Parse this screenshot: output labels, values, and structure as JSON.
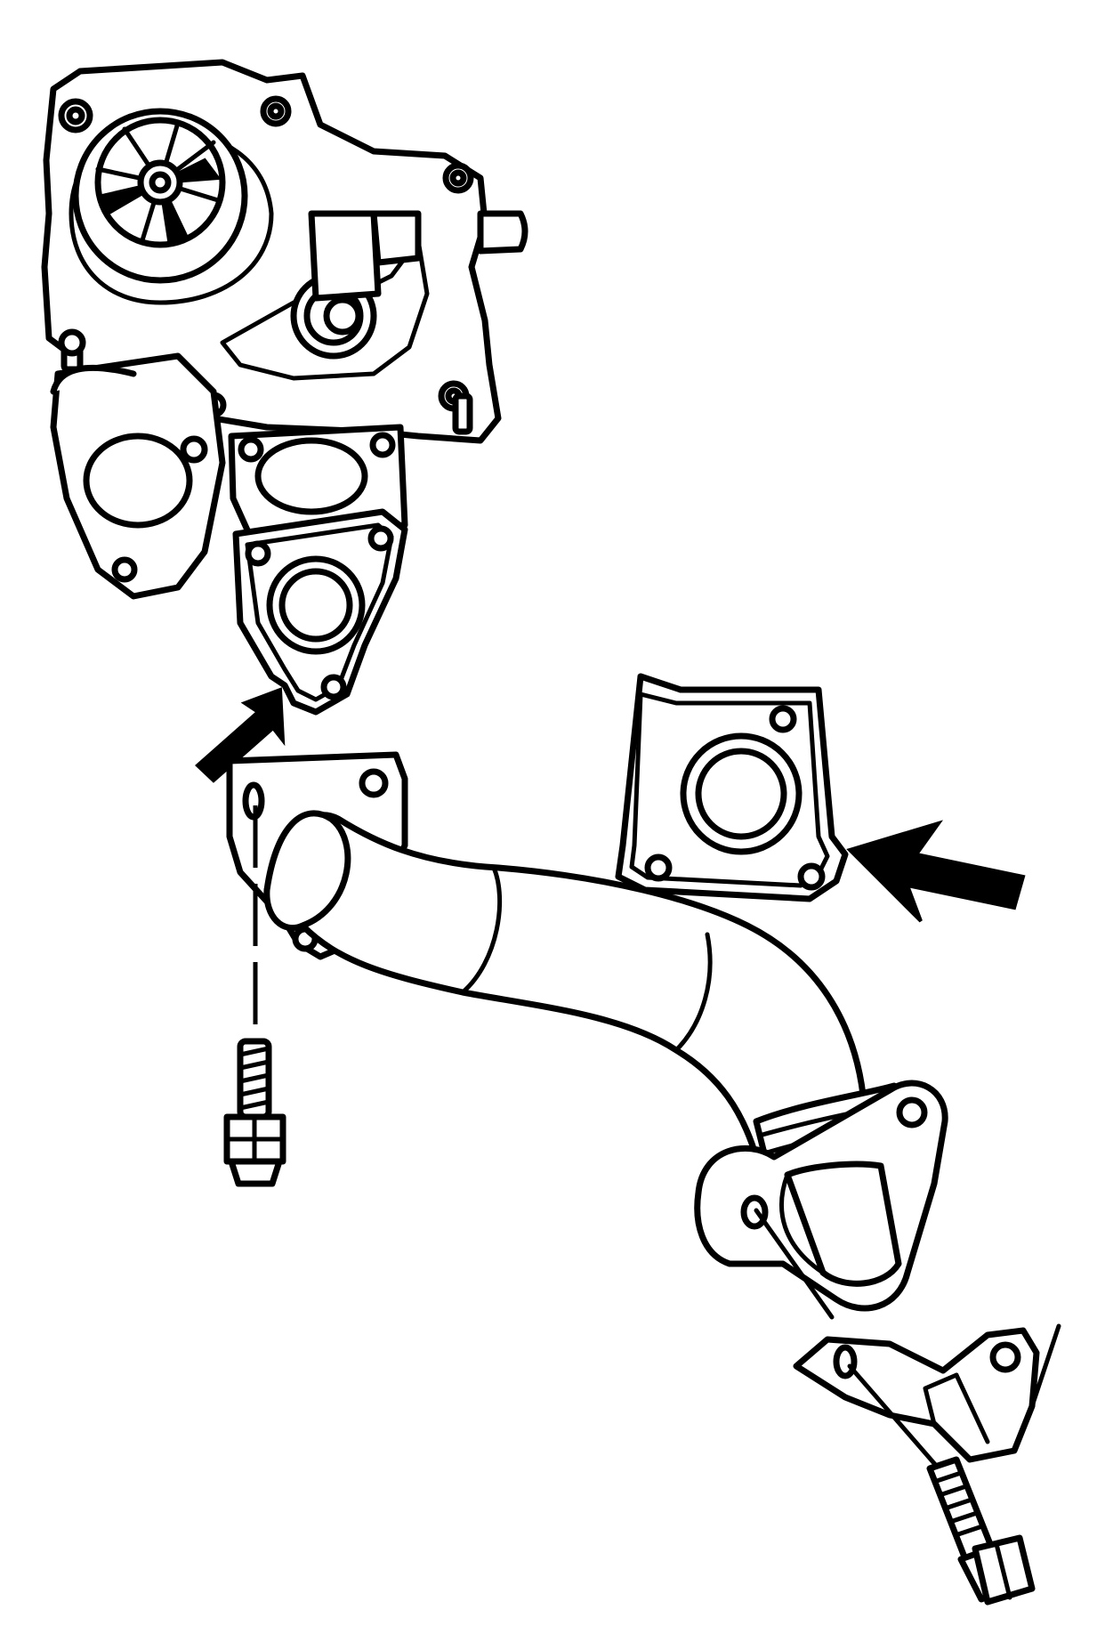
{
  "diagram": {
    "components": [
      {
        "id": "turbo-housing",
        "icon": "turbocharger-housing-icon"
      },
      {
        "id": "upper-gasket",
        "icon": "gasket-icon"
      },
      {
        "id": "lower-gasket",
        "icon": "gasket-icon"
      },
      {
        "id": "egr-pipe",
        "icon": "exhaust-pipe-icon"
      },
      {
        "id": "support-bracket",
        "icon": "bracket-icon"
      },
      {
        "id": "upper-bolt",
        "icon": "bolt-icon"
      },
      {
        "id": "lower-bolt",
        "icon": "bolt-icon"
      }
    ],
    "indicators": [
      {
        "id": "arrow-upper-gasket",
        "points_to": "upper-gasket"
      },
      {
        "id": "arrow-lower-gasket",
        "points_to": "lower-gasket"
      }
    ],
    "colors": {
      "line": "#000000",
      "background": "#ffffff"
    }
  }
}
